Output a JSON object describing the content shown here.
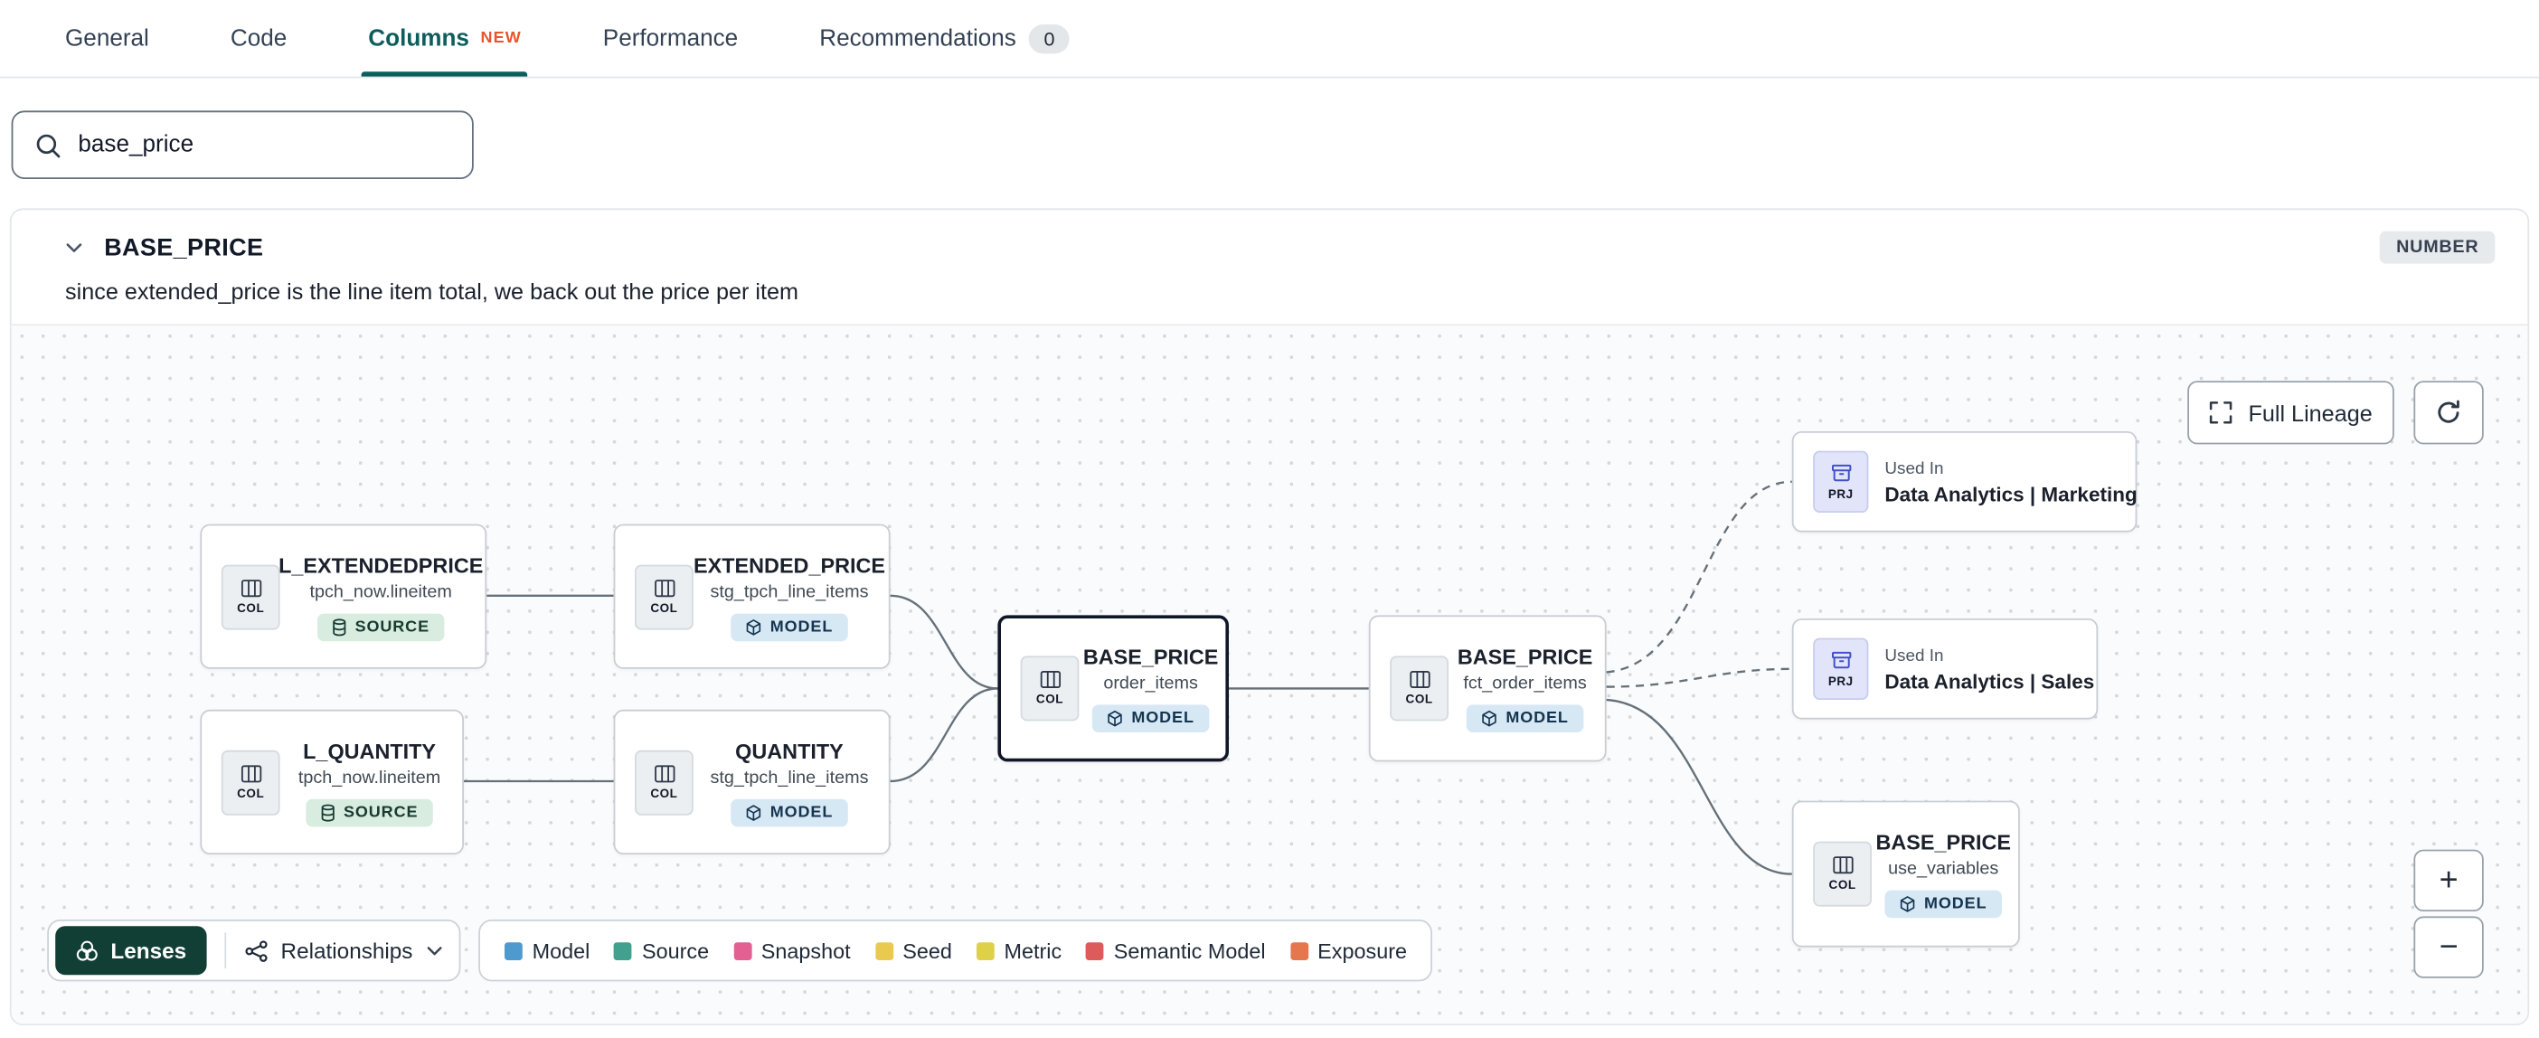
{
  "colors": {
    "accent_teal": "#0B5E5C",
    "new_badge_orange": "#E8562C",
    "lenses_green": "#123F35",
    "selected_node_border": "#101828"
  },
  "tabs": [
    {
      "label": "General"
    },
    {
      "label": "Code"
    },
    {
      "label": "Columns",
      "badge": "NEW",
      "active": true
    },
    {
      "label": "Performance"
    },
    {
      "label": "Recommendations",
      "count": "0"
    }
  ],
  "search": {
    "value": "base_price",
    "icon": "search-icon"
  },
  "column_panel": {
    "name": "BASE_PRICE",
    "type_badge": "NUMBER",
    "description": "since extended_price is the line item total, we back out the price per item"
  },
  "lineage": {
    "controls": {
      "full_lineage": "Full Lineage",
      "zoom_in": "+",
      "zoom_out": "−"
    },
    "toolbar": {
      "lenses": "Lenses",
      "relationships": "Relationships"
    },
    "legend": [
      {
        "label": "Model",
        "color": "#4E9ACF"
      },
      {
        "label": "Source",
        "color": "#41A08E"
      },
      {
        "label": "Snapshot",
        "color": "#E26092"
      },
      {
        "label": "Seed",
        "color": "#EACA4E"
      },
      {
        "label": "Metric",
        "color": "#DFD04A"
      },
      {
        "label": "Semantic Model",
        "color": "#DE5B5B"
      },
      {
        "label": "Exposure",
        "color": "#E4774E"
      }
    ],
    "nodes": [
      {
        "icon_label": "COL",
        "title": "L_EXTENDEDPRICE",
        "subtitle": "tpch_now.lineitem",
        "badge": "SOURCE"
      },
      {
        "icon_label": "COL",
        "title": "EXTENDED_PRICE",
        "subtitle": "stg_tpch_line_items",
        "badge": "MODEL"
      },
      {
        "icon_label": "COL",
        "title": "L_QUANTITY",
        "subtitle": "tpch_now.lineitem",
        "badge": "SOURCE"
      },
      {
        "icon_label": "COL",
        "title": "QUANTITY",
        "subtitle": "stg_tpch_line_items",
        "badge": "MODEL"
      },
      {
        "icon_label": "COL",
        "title": "BASE_PRICE",
        "subtitle": "order_items",
        "badge": "MODEL",
        "selected": true
      },
      {
        "icon_label": "COL",
        "title": "BASE_PRICE",
        "subtitle": "fct_order_items",
        "badge": "MODEL"
      },
      {
        "icon_label": "PRJ",
        "used_in": "Used In",
        "title": "Data Analytics | Marketing"
      },
      {
        "icon_label": "PRJ",
        "used_in": "Used In",
        "title": "Data Analytics | Sales"
      },
      {
        "icon_label": "COL",
        "title": "BASE_PRICE",
        "subtitle": "use_variables",
        "badge": "MODEL"
      }
    ]
  }
}
